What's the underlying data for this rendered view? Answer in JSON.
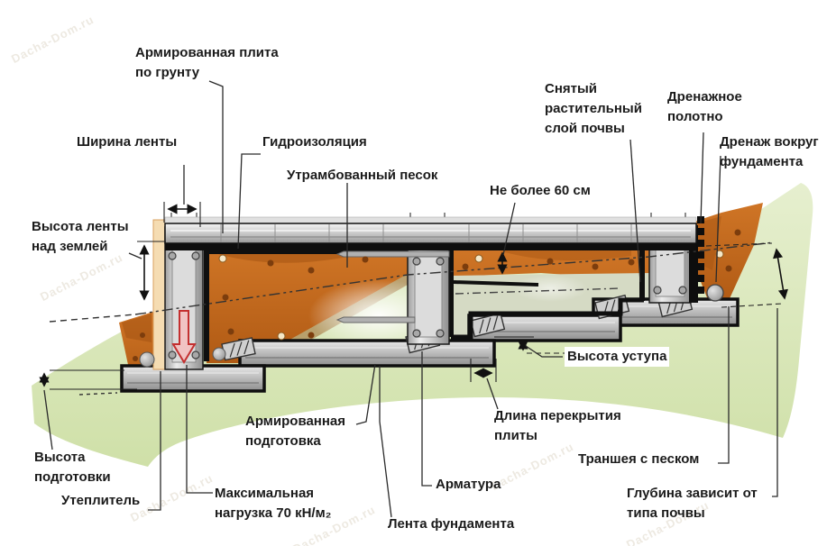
{
  "labels": {
    "reinforced_slab": "Армированная плита\nпо грунту",
    "strip_width": "Ширина ленты",
    "waterproofing": "Гидроизоляция",
    "compacted_sand": "Утрамбованный песок",
    "removed_topsoil": "Снятый\nрастительный\nслой почвы",
    "drainage_sheet": "Дренажное\nполотно",
    "drainage_around": "Дренаж вокруг\nфундамента",
    "max_60cm": "Не более 60 см",
    "strip_height": "Высота ленты\nнад землей",
    "step_height": "Высота уступа",
    "reinforced_prep": "Армированная\nподготовка",
    "slab_overlap": "Длина перекрытия\nплиты",
    "sand_trench": "Траншея с песком",
    "prep_height": "Высота\nподготовки",
    "insulation": "Утеплитель",
    "max_load": "Максимальная\nнагрузка 70 кН/м₂",
    "rebar": "Арматура",
    "foundation_strip": "Лента фундамента",
    "depth_note": "Глубина зависит от\nтипа почвы"
  },
  "watermark": {
    "text": "Dacha-Dom.ru"
  },
  "colors": {
    "soil_green": "#dce8c2",
    "soil_green_dark": "#cfe0a8",
    "sand_orange": "#c2671f",
    "sand_dark": "#9a4e12",
    "metal_light": "#ececec",
    "metal_dark": "#8f8f8f",
    "outline_black": "#111111",
    "insulation_tan": "#f5dcb2",
    "trench_fill": "#d5dac4",
    "load_arrow_red": "#c43030",
    "label_text": "#1b1b1b"
  }
}
